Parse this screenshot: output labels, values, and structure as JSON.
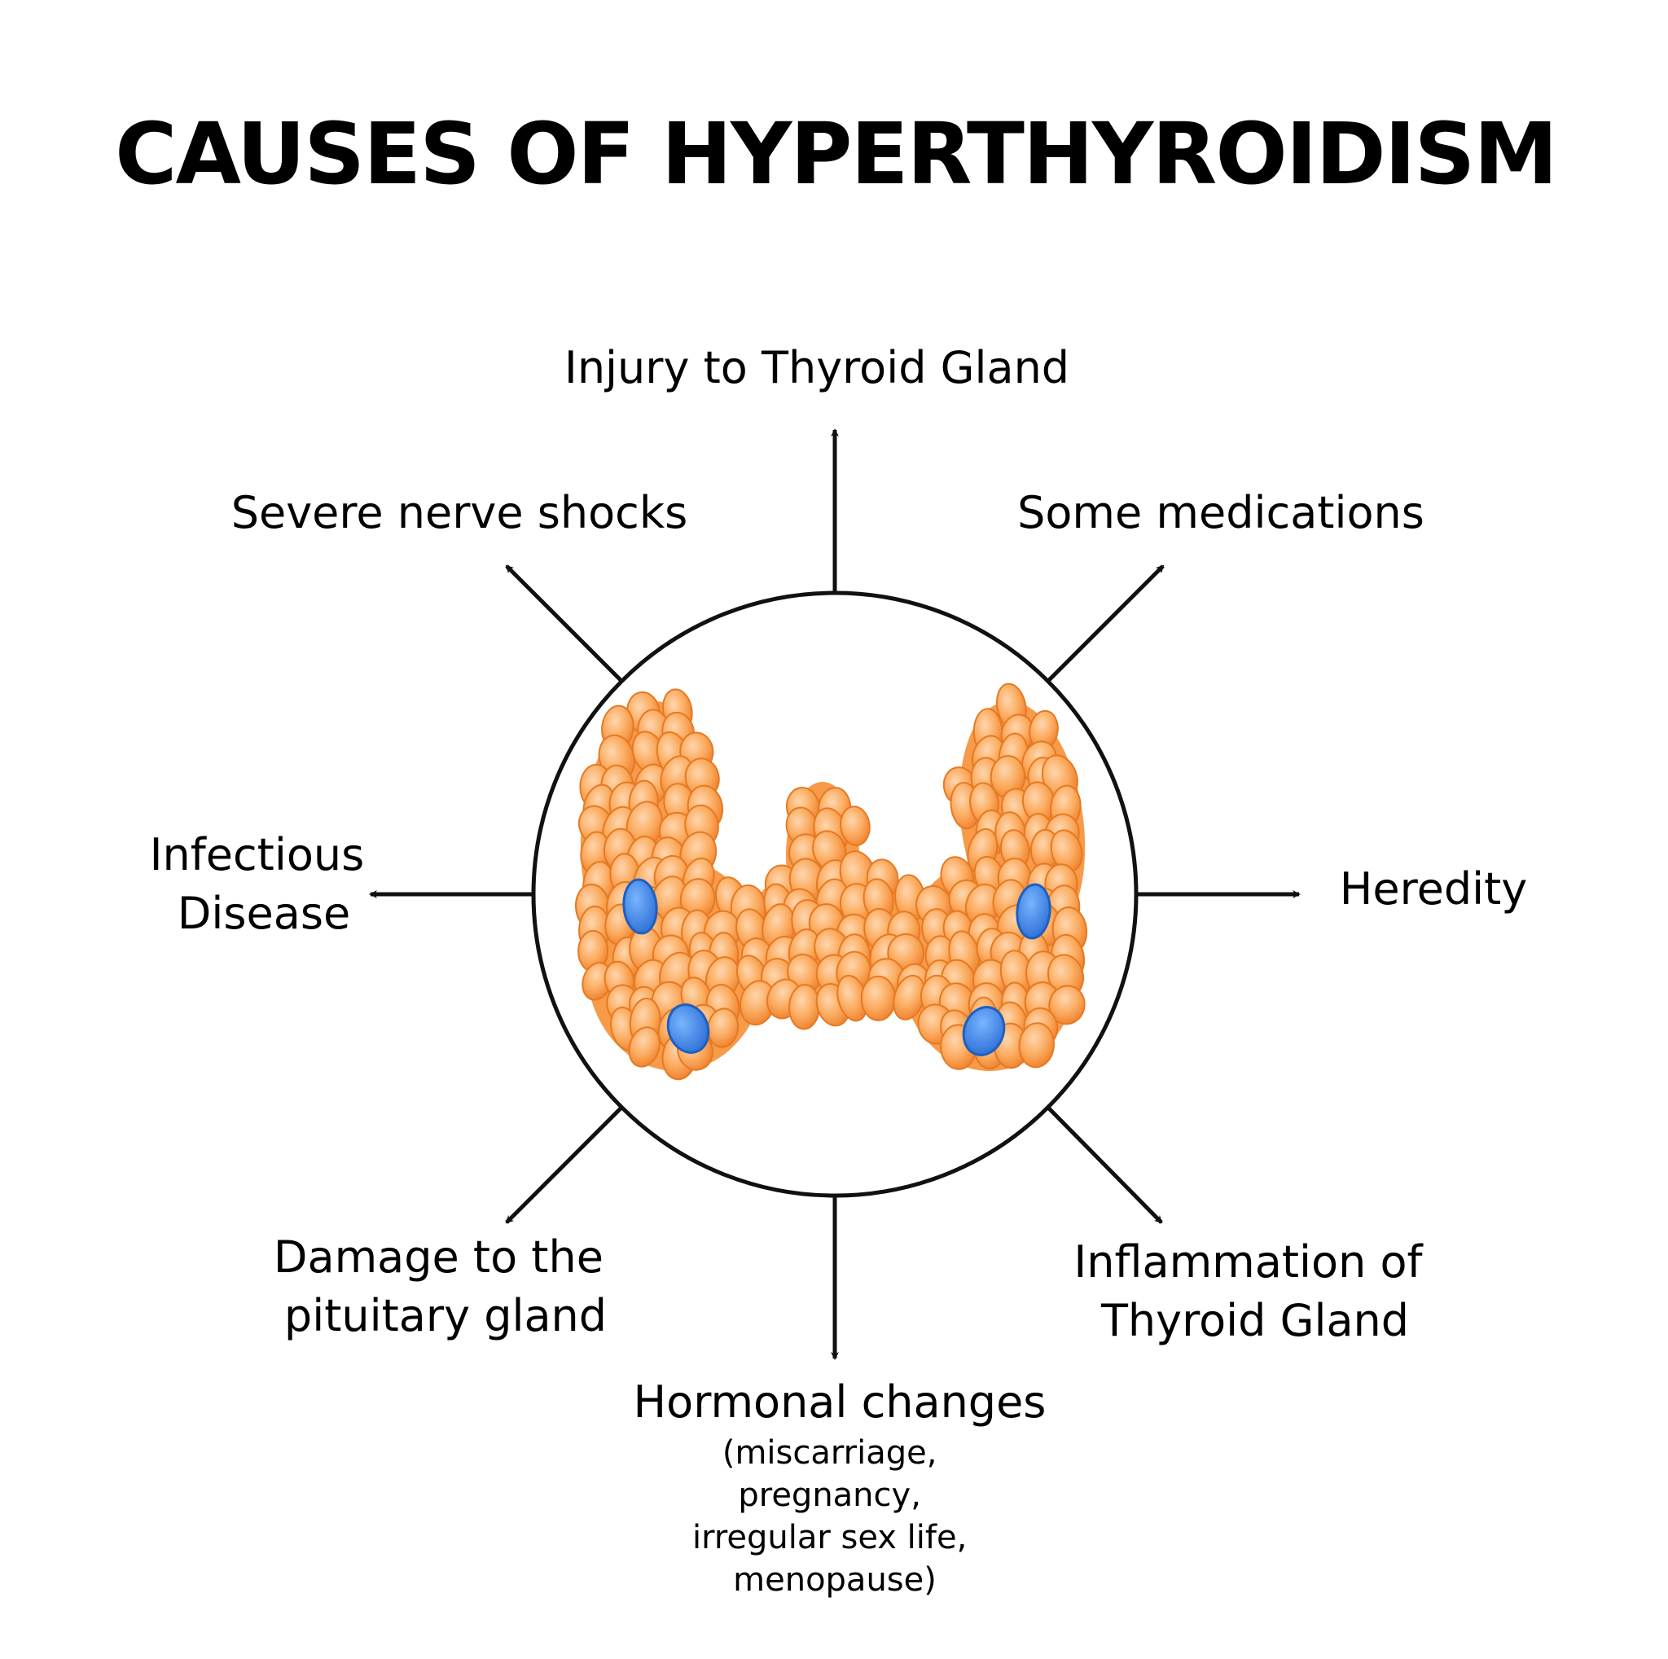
{
  "title": "CAUSES OF HYPERTHYROIDISM",
  "colors": {
    "text": "#111111",
    "circle_stroke": "#111111",
    "gland_fill": "#f9a24c",
    "gland_stroke": "#e57a22",
    "gland_highlight": "#ffd1a3",
    "nodule_fill": "#3f86e6",
    "nodule_stroke": "#1f5fc0"
  },
  "icons": {
    "center": "thyroid-gland-icon",
    "nodules": "nodule-icon"
  },
  "causes": {
    "injury": "Injury to Thyroid Gland",
    "medications": "Some medications",
    "heredity": "Heredity",
    "inflammation": [
      "Inflammation of",
      "Thyroid Gland"
    ],
    "hormonal": {
      "main": "Hormonal changes",
      "details": [
        "(miscarriage,",
        "pregnancy,",
        "irregular sex life,",
        "menopause)"
      ]
    },
    "pituitary": [
      "Damage to the",
      "pituitary gland"
    ],
    "infectious": [
      "Infectious",
      "Disease"
    ],
    "nerve": "Severe nerve shocks"
  }
}
